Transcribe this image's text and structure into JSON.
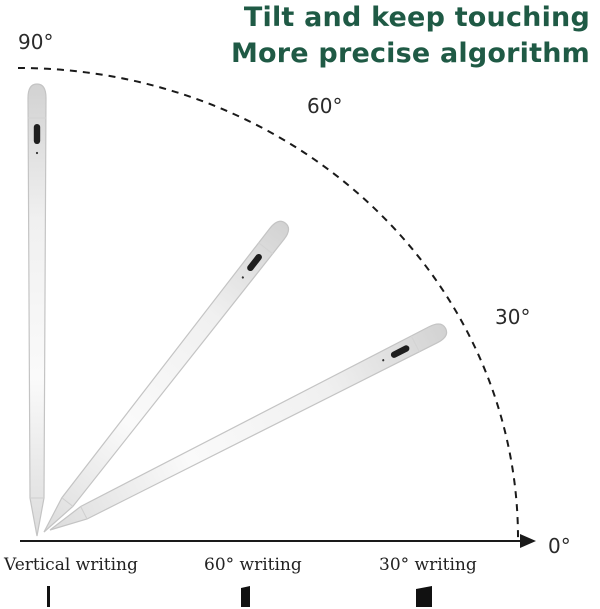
{
  "headline": {
    "line1": "Tilt and keep touching",
    "line2": "More precise algorithm",
    "color": "#1f5a45"
  },
  "angles": {
    "a90": "90°",
    "a60": "60°",
    "a30": "30°",
    "a0": "0°"
  },
  "captions": {
    "vertical": "Vertical writing",
    "sixty": "60° writing",
    "thirty": "30° writing"
  },
  "pencils": [
    {
      "name": "stylus-pen-90",
      "angle_deg": 90
    },
    {
      "name": "stylus-pen-60",
      "angle_deg": 60
    },
    {
      "name": "stylus-pen-30",
      "angle_deg": 30
    }
  ],
  "colors": {
    "pen_body": "#f4f4f4",
    "pen_edge": "#c9c9c9",
    "pen_button": "#1e1e1e",
    "axis": "#1a1a1a"
  }
}
